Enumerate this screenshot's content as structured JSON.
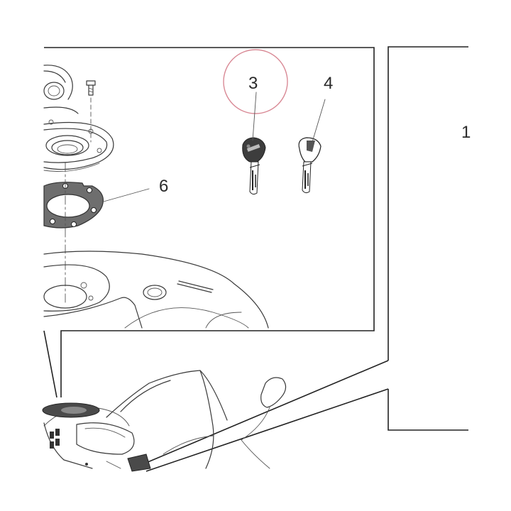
{
  "callouts": {
    "n1": "1",
    "n3": "3",
    "n4": "4",
    "n6": "6"
  },
  "highlight_color": "#d98a96",
  "key_color": "#3d3d3d"
}
